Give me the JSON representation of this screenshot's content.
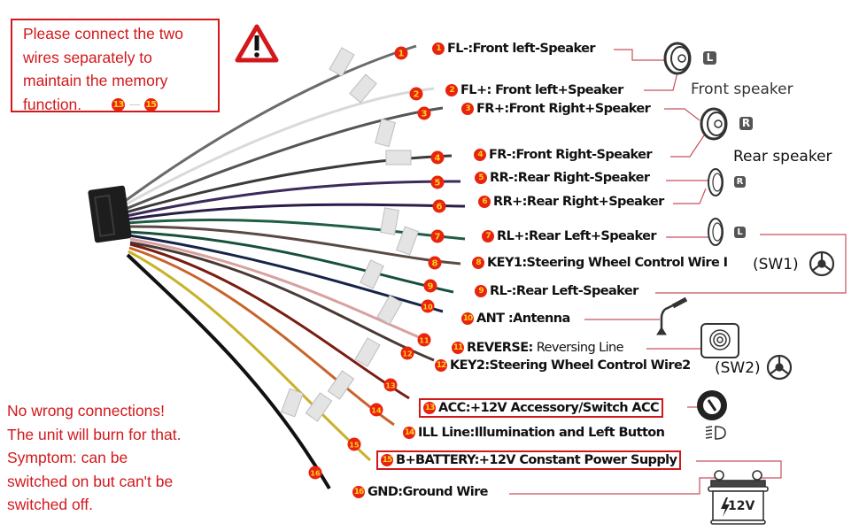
{
  "warning_box": {
    "lines": [
      "Please connect the two",
      "wires separately to",
      "maintain the memory",
      "function."
    ],
    "badges": [
      "13",
      "15"
    ]
  },
  "warning_icon": "warning-triangle-icon",
  "bottom_warning": {
    "lines": [
      "No wrong connections!",
      "The unit will burn for that.",
      "Symptom: can be",
      "switched on but can't be",
      "switched off."
    ]
  },
  "wires": [
    {
      "num": "1",
      "code": "FL-:",
      "desc": "Front left-Speaker",
      "color": "#6b6b6b"
    },
    {
      "num": "2",
      "code": "FL+:",
      "desc": " Front left+Speaker",
      "color": "#d9d9d9"
    },
    {
      "num": "3",
      "code": "FR+:",
      "desc": "Front Right+Speaker",
      "color": "#555555"
    },
    {
      "num": "4",
      "code": "FR-:",
      "desc": "Front Right-Speaker",
      "color": "#3a3a3a"
    },
    {
      "num": "5",
      "code": "RR-:",
      "desc": "Rear Right-Speaker",
      "color": "#3b2a5c"
    },
    {
      "num": "6",
      "code": "RR+:",
      "desc": "Rear Right+Speaker",
      "color": "#2b1d4a"
    },
    {
      "num": "7",
      "code": "RL+:",
      "desc": "Rear Left+Speaker",
      "color": "#1f5e43"
    },
    {
      "num": "8",
      "code": "KEY1:",
      "desc": "Steering Wheel Control Wire I",
      "color": "#5a4a45"
    },
    {
      "num": "9",
      "code": "RL-:",
      "desc": "Rear Left-Speaker",
      "color": "#17503a"
    },
    {
      "num": "10",
      "code": "ANT :",
      "desc": "Antenna",
      "color": "#172448"
    },
    {
      "num": "11",
      "code": "REVERSE:",
      "desc": " Reversing Line",
      "color": "#d9a0a0"
    },
    {
      "num": "12",
      "code": "KEY2:",
      "desc": "Steering Wheel Control Wire2",
      "color": "#4a3a35"
    },
    {
      "num": "13",
      "code": "ACC:",
      "desc": "+12V Accessory/Switch ACC",
      "color": "#7a1c12"
    },
    {
      "num": "14",
      "code": "ILL Line:",
      "desc": "Illumination and Left Button",
      "color": "#c8642a"
    },
    {
      "num": "15",
      "code": "B+BATTERY:",
      "desc": "+12V Constant Power Supply",
      "color": "#c9b22a"
    },
    {
      "num": "16",
      "code": "GND:",
      "desc": "Ground Wire",
      "color": "#111111"
    }
  ],
  "speakers": {
    "front_label": "Front speaker",
    "rear_label": "Rear speaker",
    "left_tag": "L",
    "right_tag": "R"
  },
  "steering": {
    "sw1": "(SW1)",
    "sw2": "(SW2)"
  },
  "battery": {
    "label": "12V",
    "minus": "-",
    "plus": "+"
  },
  "colors": {
    "warning_red": "#d3181c",
    "badge_red": "#e8230f",
    "badge_text": "#ffd21e",
    "leader_line": "#c8505a"
  }
}
